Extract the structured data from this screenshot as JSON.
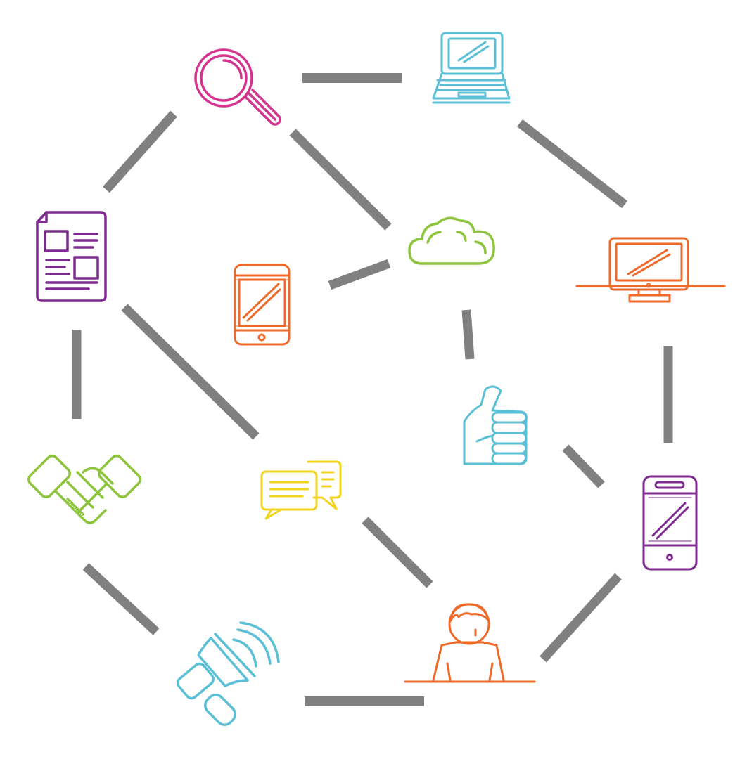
{
  "diagram": {
    "nodes": [
      {
        "id": "search",
        "icon": "magnifier-icon",
        "color": "#d6338f"
      },
      {
        "id": "laptop",
        "icon": "laptop-icon",
        "color": "#5bbfd6"
      },
      {
        "id": "document",
        "icon": "document-icon",
        "color": "#7d2b8f"
      },
      {
        "id": "tablet",
        "icon": "tablet-icon",
        "color": "#ee6a2b"
      },
      {
        "id": "cloud",
        "icon": "cloud-icon",
        "color": "#8cc43c"
      },
      {
        "id": "monitor",
        "icon": "desktop-monitor-icon",
        "color": "#ee6a2b"
      },
      {
        "id": "thumbs-up",
        "icon": "thumbs-up-icon",
        "color": "#5bbfd6"
      },
      {
        "id": "handshake",
        "icon": "handshake-icon",
        "color": "#8cc43c"
      },
      {
        "id": "chat",
        "icon": "chat-bubbles-icon",
        "color": "#f2d31d"
      },
      {
        "id": "smartphone",
        "icon": "smartphone-icon",
        "color": "#7d2b8f"
      },
      {
        "id": "megaphone",
        "icon": "megaphone-icon",
        "color": "#5bbfd6"
      },
      {
        "id": "person",
        "icon": "person-at-desk-icon",
        "color": "#ee6a2b"
      }
    ],
    "connector_color": "#808080",
    "connector_styles": [
      "solid",
      "dotted"
    ]
  }
}
